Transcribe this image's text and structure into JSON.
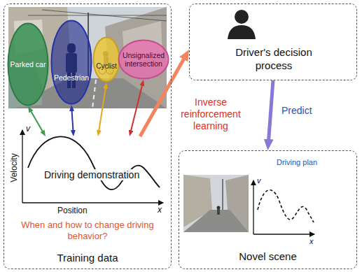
{
  "diagram": {
    "nodes": [
      {
        "text": [
          "Training data"
        ]
      },
      {
        "text": [
          "Parked car"
        ],
        "in": 0
      },
      {
        "text": [
          "Pedestrian"
        ],
        "in": 0
      },
      {
        "text": [
          "Cyclist"
        ],
        "in": 0
      },
      {
        "text": [
          "Unsignalized intersection"
        ],
        "in": 0
      },
      {
        "text": [
          "Driving demonstration"
        ],
        "in": 0
      },
      {
        "text": [
          "Driver's decision process"
        ]
      },
      {
        "text": [
          "Novel scene"
        ]
      }
    ],
    "edges": [
      {
        "from": 1,
        "to": 5,
        "arrow": "both"
      },
      {
        "from": 2,
        "to": 5,
        "arrow": "both"
      },
      {
        "from": 3,
        "to": 5,
        "arrow": "both"
      },
      {
        "from": 4,
        "to": 5,
        "arrow": "both"
      },
      {
        "from": 5,
        "to": 6,
        "label": "Inverse reinforcement learning",
        "arrow": "to"
      },
      {
        "from": 6,
        "to": 7,
        "label": "Predict",
        "arrow": "to"
      }
    ],
    "labels": [
      "v",
      "Velocity",
      "Position",
      "x",
      "When and how to change driving behavior?",
      "Driving plan",
      "v",
      "x"
    ]
  }
}
